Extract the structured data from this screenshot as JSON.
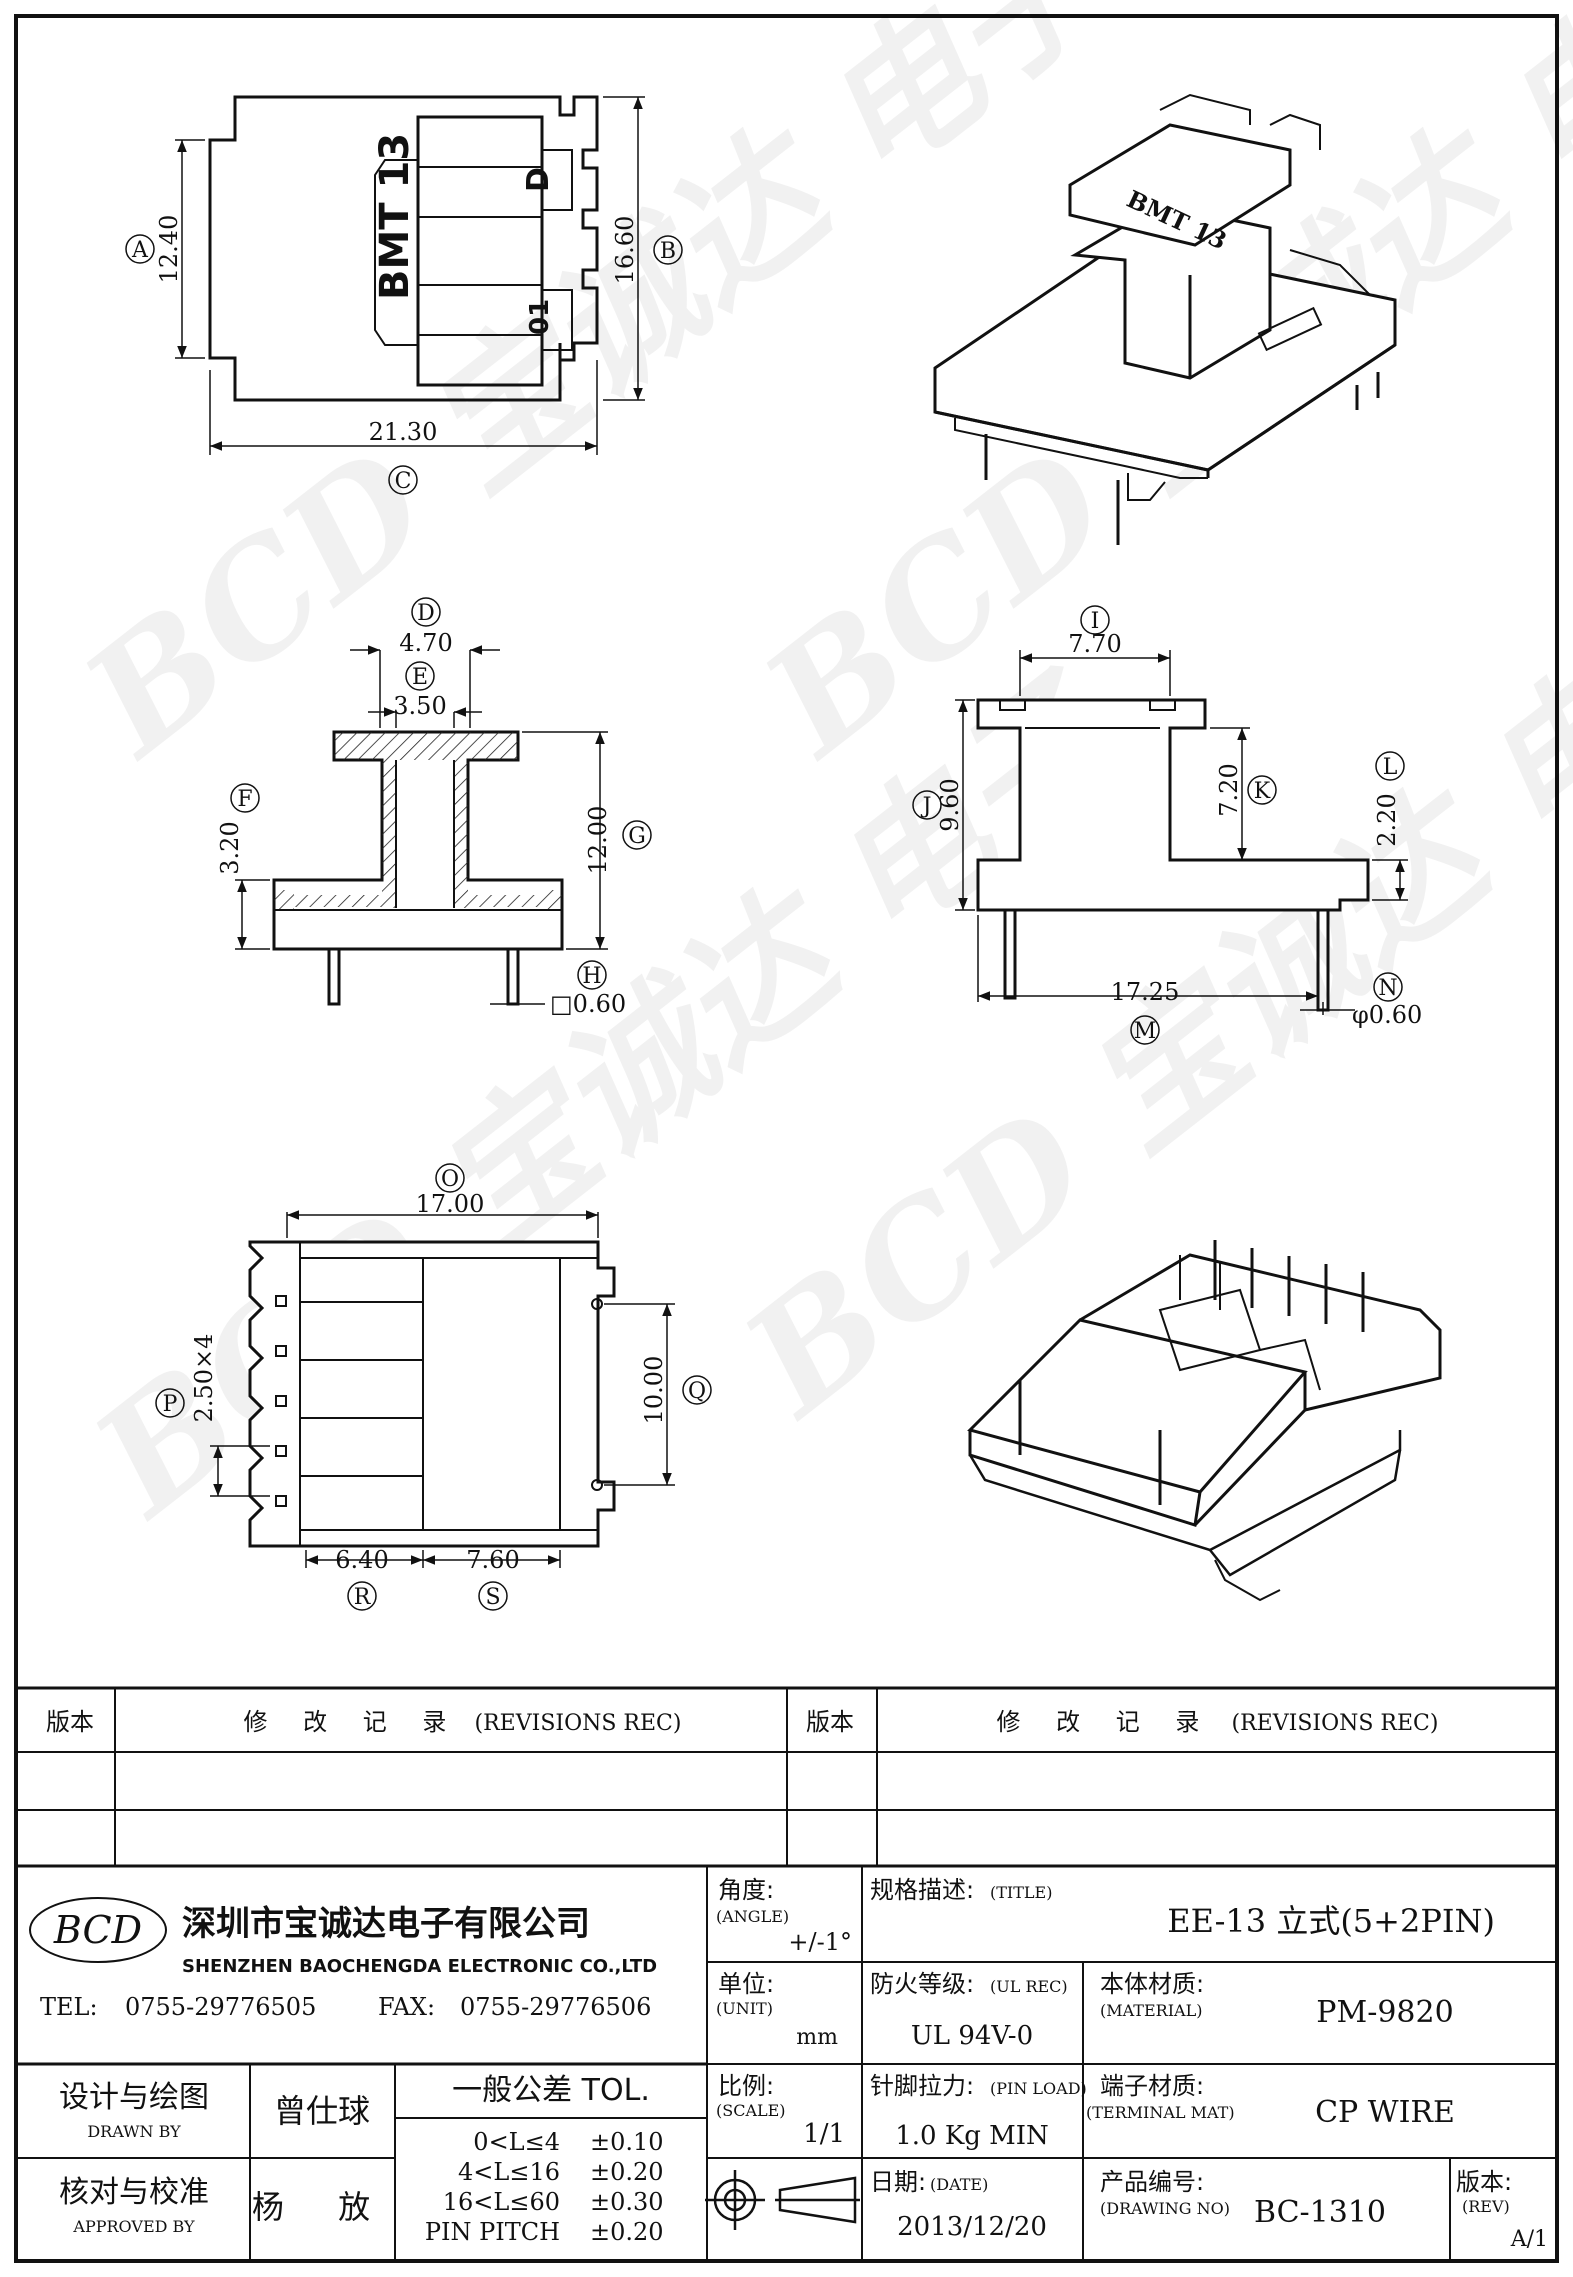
{
  "company": {
    "logo_text": "BCD",
    "name_cn": "深圳市宝诚达电子有限公司",
    "name_en": "SHENZHEN BAOCHENGDA ELECTRONIC CO.,LTD",
    "tel_label": "TEL:",
    "tel": "0755-29776505",
    "fax_label": "FAX:",
    "fax": "0755-29776506"
  },
  "watermark": "BCD 宝诚达 电子",
  "revisions": {
    "version_label": "版本",
    "record_label": "修 改 记 录",
    "record_label_en": "(REVISIONS REC)"
  },
  "title_block": {
    "angle_label": "角度:",
    "angle_label_en": "(ANGLE)",
    "angle_value": "+/-1°",
    "title_label": "规格描述:",
    "title_label_en": "(TITLE)",
    "title_value": "EE-13 立式(5+2PIN)",
    "unit_label": "单位:",
    "unit_label_en": "(UNIT)",
    "unit_value": "mm",
    "ul_label": "防火等级:",
    "ul_label_en": "(UL REC)",
    "ul_value": "UL 94V-0",
    "material_label": "本体材质:",
    "material_label_en": "(MATERIAL)",
    "material_value": "PM-9820",
    "designer_label": "设计与绘图",
    "designer_label_en": "DRAWN BY",
    "designer_value": "曾仕球",
    "tol_label": "一般公差 TOL.",
    "tolerances": [
      {
        "range": "0<L≤4",
        "value": "±0.10"
      },
      {
        "range": "4<L≤16",
        "value": "±0.20"
      },
      {
        "range": "16<L≤60",
        "value": "±0.30"
      },
      {
        "range": "PIN PITCH",
        "value": "±0.20"
      }
    ],
    "scale_label": "比例:",
    "scale_label_en": "(SCALE)",
    "scale_value": "1/1",
    "pin_load_label": "针脚拉力:",
    "pin_load_label_en": "(PIN LOAD)",
    "pin_load_value": "1.0 Kg MIN",
    "terminal_label": "端子材质:",
    "terminal_label_en": "(TERMINAL MAT)",
    "terminal_value": "CP WIRE",
    "approver_label": "核对与校准",
    "approver_label_en": "APPROVED BY",
    "approver_value": "杨 放",
    "date_label": "日期:",
    "date_label_en": "(DATE)",
    "date_value": "2013/12/20",
    "drawing_no_label": "产品编号:",
    "drawing_no_label_en": "(DRAWING NO)",
    "drawing_no_value": "BC-1310",
    "rev_label": "版本:",
    "rev_label_en": "(REV)",
    "rev_value": "A/1"
  },
  "views": {
    "top": {
      "dims": [
        {
          "id": "A",
          "value": "12.40"
        },
        {
          "id": "B",
          "value": "16.60"
        },
        {
          "id": "C",
          "value": "21.30"
        }
      ],
      "markings": [
        "BMT 13",
        "D",
        "01"
      ]
    },
    "front": {
      "dims": [
        {
          "id": "D",
          "value": "4.70"
        },
        {
          "id": "E",
          "value": "3.50"
        },
        {
          "id": "F",
          "value": "3.20"
        },
        {
          "id": "G",
          "value": "12.00"
        },
        {
          "id": "H",
          "value": "□0.60"
        }
      ]
    },
    "side": {
      "dims": [
        {
          "id": "I",
          "value": "7.70"
        },
        {
          "id": "J",
          "value": "9.60"
        },
        {
          "id": "K",
          "value": "7.20"
        },
        {
          "id": "L",
          "value": "2.20"
        },
        {
          "id": "M",
          "value": "17.25"
        },
        {
          "id": "N",
          "value": "φ0.60"
        }
      ]
    },
    "bottom": {
      "dims": [
        {
          "id": "O",
          "value": "17.00"
        },
        {
          "id": "P",
          "value": "2.50×4"
        },
        {
          "id": "Q",
          "value": "10.00"
        },
        {
          "id": "R",
          "value": "6.40"
        },
        {
          "id": "S",
          "value": "7.60"
        }
      ]
    }
  }
}
